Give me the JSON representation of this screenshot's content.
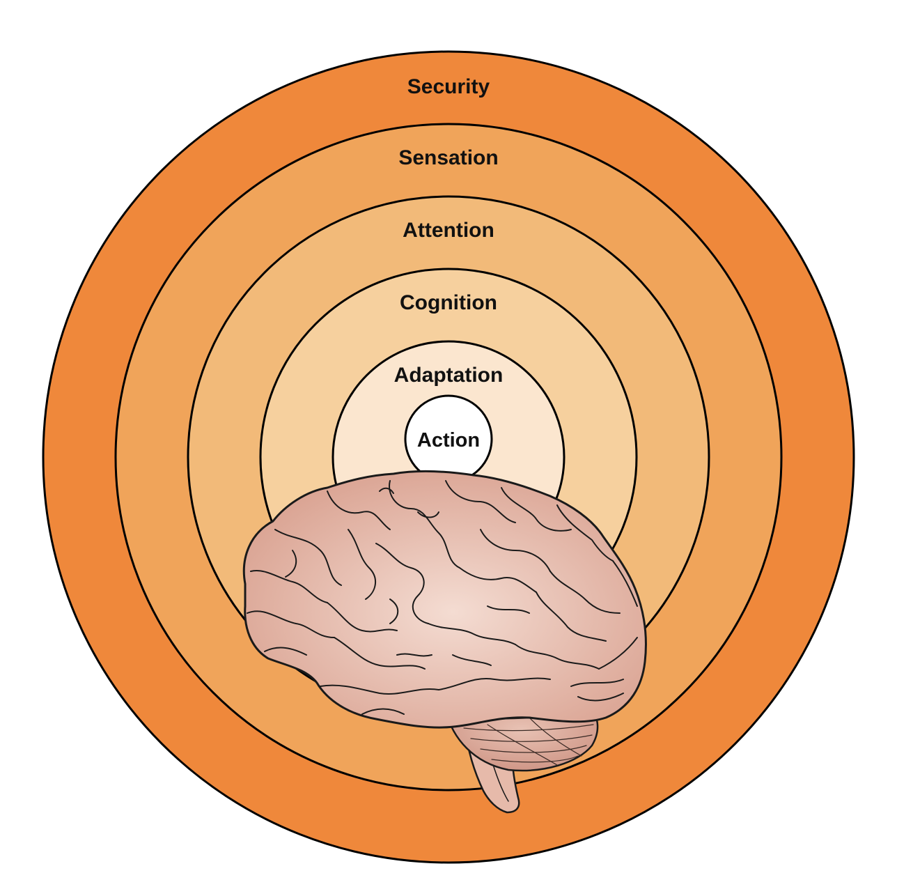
{
  "diagram": {
    "rings": [
      {
        "label": "Security",
        "color": "#EF883B"
      },
      {
        "label": "Sensation",
        "color": "#F0A45A"
      },
      {
        "label": "Attention",
        "color": "#F2BA79"
      },
      {
        "label": "Cognition",
        "color": "#F6D09E"
      },
      {
        "label": "Adaptation",
        "color": "#FBE6CF"
      },
      {
        "label": "Action",
        "color": "#FFFFFF"
      }
    ],
    "outline_color": "#000000",
    "illustration": {
      "icon": "brain-icon",
      "colors": {
        "fill": "#E2B0A0",
        "highlight": "#F4DCD2",
        "stroke": "#1A1A1A"
      }
    }
  }
}
